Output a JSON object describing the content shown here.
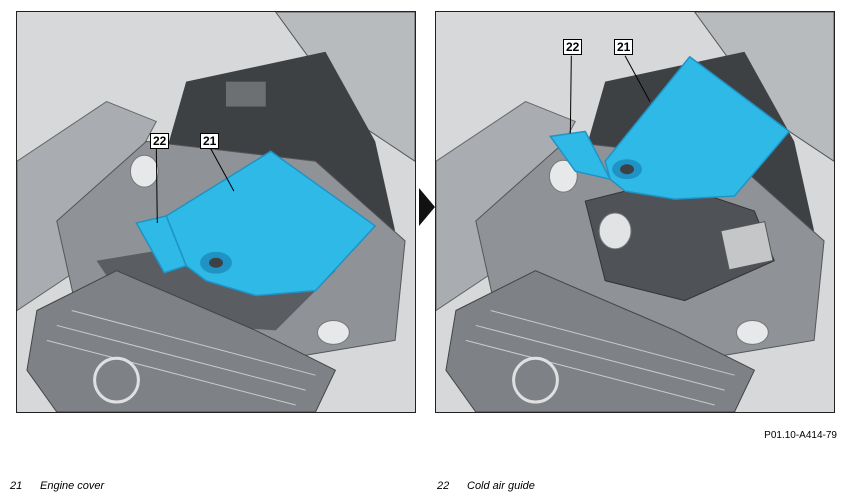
{
  "figure": {
    "reference_code": "P01.10-A414-79",
    "left_panel": {
      "callouts": [
        "22",
        "21"
      ]
    },
    "right_panel": {
      "callouts": [
        "22",
        "21"
      ]
    }
  },
  "legend": [
    {
      "number": "21",
      "label": "Engine cover"
    },
    {
      "number": "22",
      "label": "Cold air guide"
    }
  ],
  "colors": {
    "highlight": "#2fb9e6",
    "highlight_dark": "#1f93c4",
    "engine_gray": "#9a9ea3"
  },
  "icons": {
    "arrow": "right-arrow-icon"
  }
}
